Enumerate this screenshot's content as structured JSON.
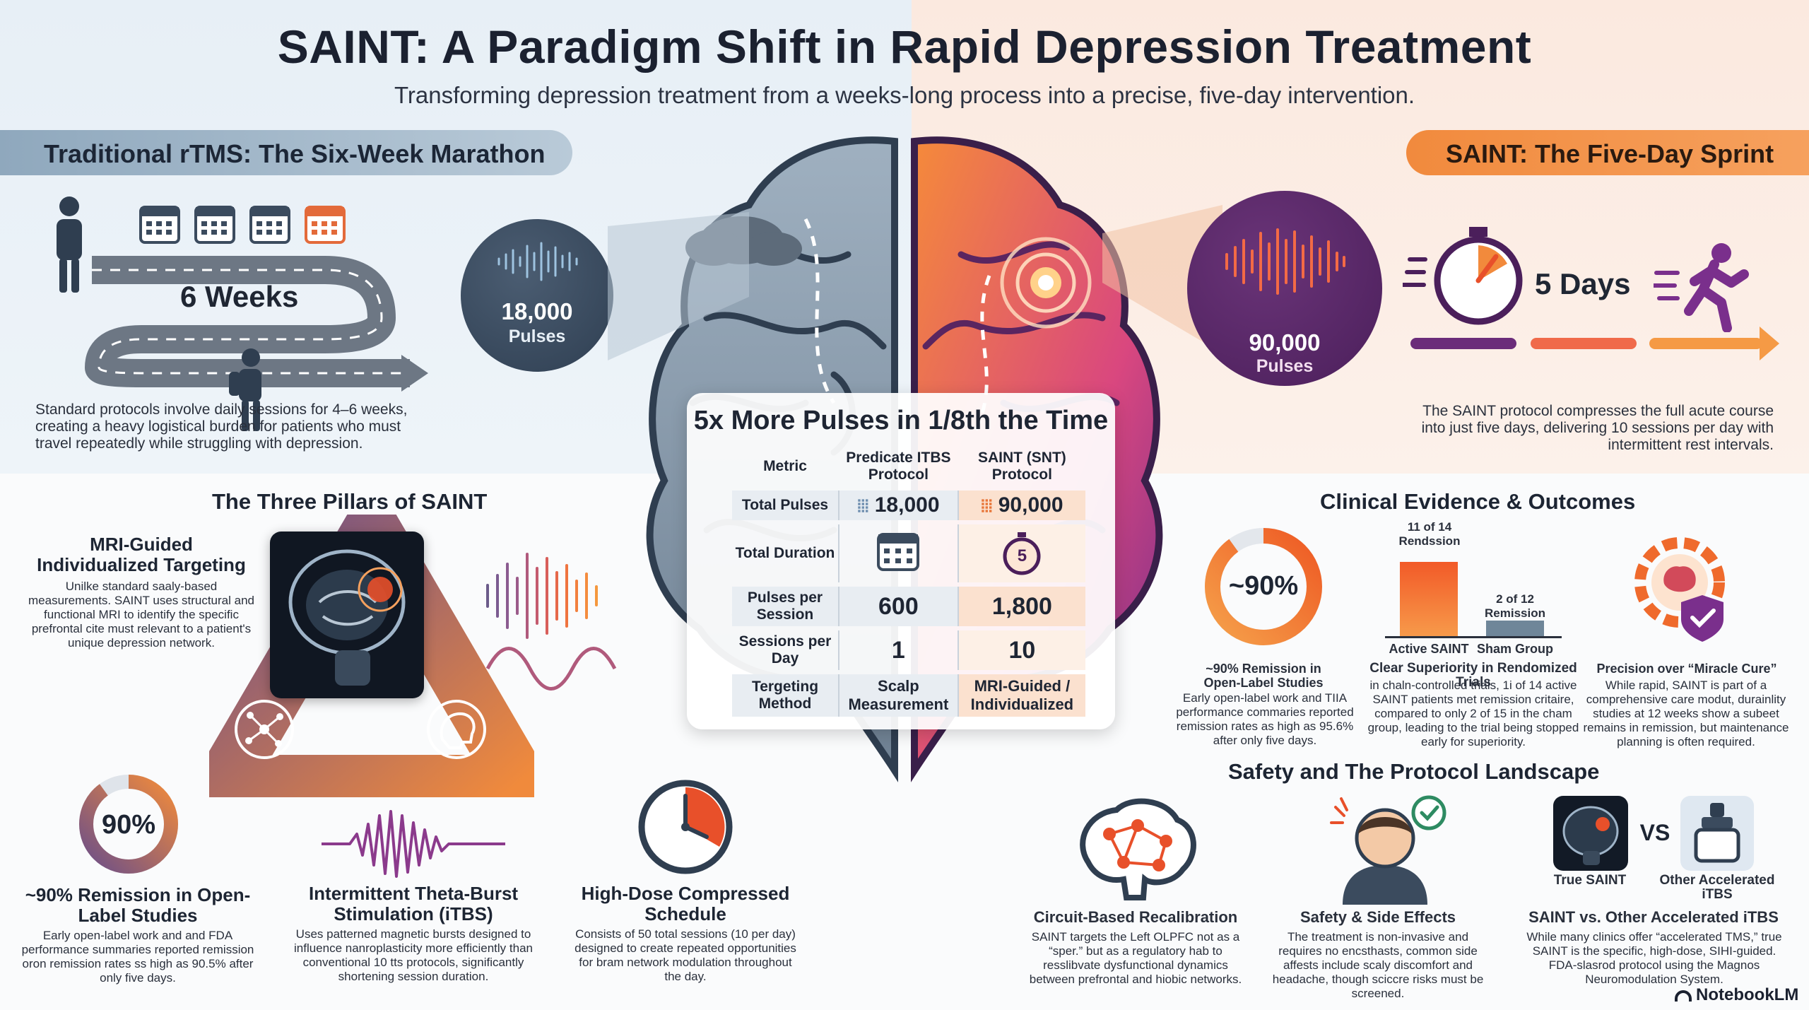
{
  "header": {
    "title": "SAINT: A Paradigm Shift in Rapid Depression Treatment",
    "subtitle": "Transforming depression treatment from a weeks-long process into a precise, five-day intervention."
  },
  "traditional": {
    "heading": "Traditional rTMS: The Six-Week Marathon",
    "duration": "6 Weeks",
    "pulses_value": "18,000",
    "pulses_label": "Pulses",
    "description": "Standard protocols involve daily sessions for 4–6 weeks, creating a heavy logistical burden for patients who must travel repeatedly while struggling with depression."
  },
  "saint": {
    "heading": "SAINT: The Five-Day Sprint",
    "duration": "5 Days",
    "pulses_value": "90,000",
    "pulses_label": "Pulses",
    "description": "The SAINT protocol compresses the full acute course into just five days, delivering 10 sessions per day with intermittent rest intervals."
  },
  "comparison": {
    "title": "5x More Pulses in 1/8th the Time",
    "headers": {
      "metric": "Metric",
      "predicate": "Predicate ITBS Protocol",
      "saint": "SAINT (SNT) Protocol"
    },
    "rows": [
      {
        "metric": "Total Pulses",
        "predicate": "18,000",
        "saint": "90,000"
      },
      {
        "metric": "Total Duration",
        "predicate": "",
        "saint": "5"
      },
      {
        "metric": "Pulses per Session",
        "predicate": "600",
        "saint": "1,800"
      },
      {
        "metric": "Sessions per Day",
        "predicate": "1",
        "saint": "10"
      },
      {
        "metric": "Tergeting Method",
        "predicate": "Scalp Measurement",
        "saint": "MRI-Guided / Individualized"
      }
    ]
  },
  "pillars": {
    "heading": "The Three Pillars of SAINT",
    "mri": {
      "title": "MRI-Guided Individualized Targeting",
      "text": "Unilke standard saaly-based measurements. SAINT uses structural and functional MRI to identify the specific prefrontal cite must relevant to a patient's unique depression network."
    },
    "remission": {
      "value": "90%",
      "fraction": 0.9,
      "title": "~90% Remission in Open-Label Studies",
      "text": "Early open-label work and and FDA performance summaries reported remission oron remission rates ss high as 90.5% after only five days."
    },
    "itbs": {
      "title": "Intermittent Theta-Burst Stimulation (iTBS)",
      "text": "Uses patterned magnetic bursts designed to influence nanroplasticity more efficiently than conventional 10 tts protocols, significantly shortening session duration."
    },
    "schedule": {
      "title": "High-Dose Compressed Schedule",
      "text": "Consists of 50 total sessions (10 per day) designed to create repeated opportunities for bram network modulation throughout the day."
    }
  },
  "evidence": {
    "heading": "Clinical Evidence & Outcomes",
    "remission": {
      "value": "~90%",
      "fraction": 0.9,
      "title": "~90% Remission in Open-Label Studies",
      "text": "Early open-label work and TIIA performance commaries reported remission rates as high as 95.6% after only five days."
    },
    "trial": {
      "active_label": "11 of 14 Rendssion",
      "active_value": 11,
      "active_total": 14,
      "sham_label": "2 of 12 Remission",
      "sham_value": 2,
      "sham_total": 12,
      "active_name": "Active SAINT",
      "sham_name": "Sham Group",
      "title": "Clear Superiority in Rendomized Trials",
      "text": "in chaln-controlled trials, 1i of 14 active SAINT patients met remission critaire, compared to only 2 of 15 in the cham group, leading to the trial being stopped early for superiority."
    },
    "precision": {
      "title": "Precision over “Miracle Cure”",
      "text": "While rapid, SAINT is part of a comprehensive care modut, durainlity studies at 12 weeks show a subeet remains in remission, but maintenance planning is often required."
    }
  },
  "safety": {
    "heading": "Safety and The Protocol Landscape",
    "circuit": {
      "title": "Circuit-Based Recalibration",
      "text": "SAINT targets the Left OLPFC not as a “sper.” but as a regulatory hab to resslibvate dysfunctional dynamics between prefrontal and hiobic networks."
    },
    "side_effects": {
      "title": "Safety & Side Effects",
      "text": "The treatment is non-invasive and requires no encsthasts, common side affests include scaly discomfort and headache, though sciccre risks must be screened."
    },
    "versus": {
      "left_label": "True SAINT",
      "vs": "VS",
      "right_label": "Other Accelerated iTBS",
      "title": "SAINT vs. Other Accelerated iTBS",
      "text": "While many clinics offer “accelerated TMS,” true SAINT is the specific, high-dose, SIHI-guided. FDA-slasrod protocol using the Magnos Neuromodulation System."
    }
  },
  "branding": {
    "logo_text": "NotebookLM"
  },
  "colors": {
    "slate": "#3b4b5e",
    "orange": "#f1762e",
    "purple": "#5b2a6b",
    "accent_red": "#e8502a"
  },
  "icons": {
    "calendar": "calendar-icon",
    "stopwatch": "stopwatch-icon",
    "runner": "runner-icon",
    "walker": "walker-icon",
    "brain": "brain-icon",
    "clock": "clock-icon",
    "gear_shield": "gear-shield-icon",
    "check": "check-icon"
  }
}
